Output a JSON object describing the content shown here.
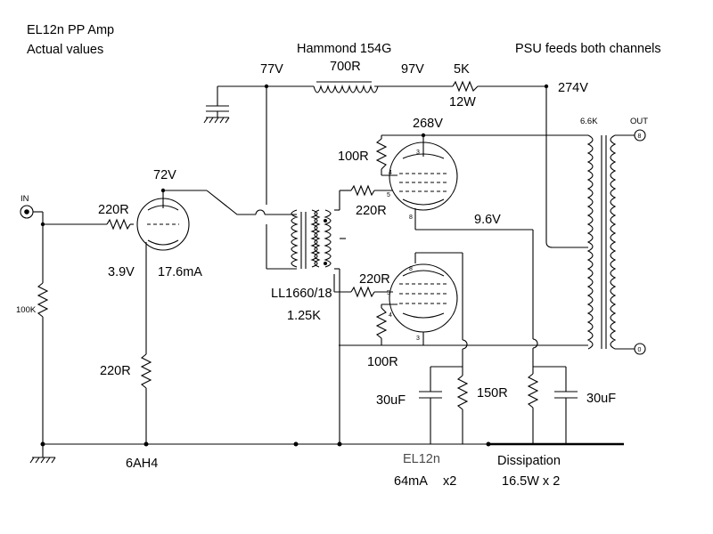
{
  "header": {
    "title": "EL12n PP Amp",
    "subtitle": "Actual values",
    "choke": "Hammond 154G",
    "psu_note": "PSU feeds both channels"
  },
  "psu": {
    "v_cap": "77V",
    "choke_r": "700R",
    "v_mid": "97V",
    "r_value": "5K",
    "r_power": "12W",
    "v_out": "274V"
  },
  "input": {
    "label": "IN",
    "grid_r": "220R",
    "leak_r": "100K"
  },
  "driver": {
    "anode_v": "72V",
    "cathode_v": "3.9V",
    "current": "17.6mA",
    "cathode_r": "220R",
    "tube": "6AH4"
  },
  "interstage": {
    "name": "LL1660/18",
    "impedance": "1.25K"
  },
  "output_stage": {
    "top_anode_v": "268V",
    "top_g2_r": "100R",
    "top_grid_r": "220R",
    "cathode_v": "9.6V",
    "bot_grid_r": "220R",
    "bot_g2_r": "100R",
    "cathode_cap_l": "30uF",
    "cathode_r": "150R",
    "cathode_cap_r": "30uF",
    "tube": "EL12n",
    "current": "64mA",
    "current_mult": "x2",
    "dissipation_label": "Dissipation",
    "dissipation": "16.5W x 2"
  },
  "output_transformer": {
    "impedance": "6.6K",
    "out_label": "OUT",
    "tap_hi": "8",
    "tap_lo": "0"
  },
  "pins": {
    "p3": "3",
    "p4": "4",
    "p5": "5",
    "p8": "8"
  }
}
